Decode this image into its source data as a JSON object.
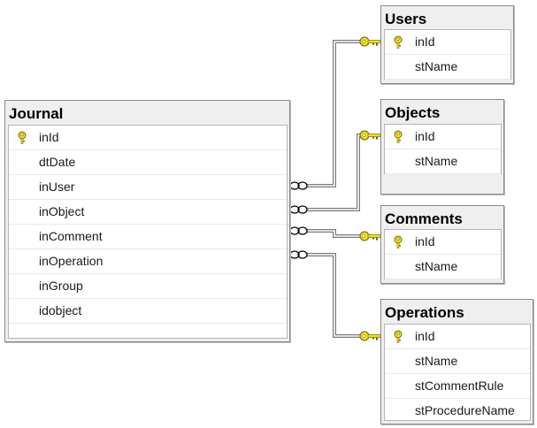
{
  "tables": {
    "journal": {
      "title": "Journal",
      "columns": [
        "inId",
        "dtDate",
        "inUser",
        "inObject",
        "inComment",
        "inOperation",
        "inGroup",
        "idobject"
      ],
      "primary_key": "inId"
    },
    "users": {
      "title": "Users",
      "columns": [
        "inId",
        "stName"
      ],
      "primary_key": "inId"
    },
    "objects": {
      "title": "Objects",
      "columns": [
        "inId",
        "stName"
      ],
      "primary_key": "inId"
    },
    "comments": {
      "title": "Comments",
      "columns": [
        "inId",
        "stName"
      ],
      "primary_key": "inId"
    },
    "operations": {
      "title": "Operations",
      "columns": [
        "inId",
        "stName",
        "stCommentRule",
        "stProcedureName"
      ],
      "primary_key": "inId"
    }
  },
  "relationships": [
    {
      "from_table": "journal",
      "from_column": "inUser",
      "to_table": "users",
      "to_column": "inId",
      "from_end": "infinity-icon",
      "to_end": "key-icon"
    },
    {
      "from_table": "journal",
      "from_column": "inObject",
      "to_table": "objects",
      "to_column": "inId",
      "from_end": "infinity-icon",
      "to_end": "key-icon"
    },
    {
      "from_table": "journal",
      "from_column": "inComment",
      "to_table": "comments",
      "to_column": "inId",
      "from_end": "infinity-icon",
      "to_end": "key-icon"
    },
    {
      "from_table": "journal",
      "from_column": "inOperation",
      "to_table": "operations",
      "to_column": "inId",
      "from_end": "infinity-icon",
      "to_end": "key-icon"
    }
  ],
  "colors": {
    "key": "#f2e01c",
    "line": "#7a7a7a",
    "header": "#efefef"
  }
}
